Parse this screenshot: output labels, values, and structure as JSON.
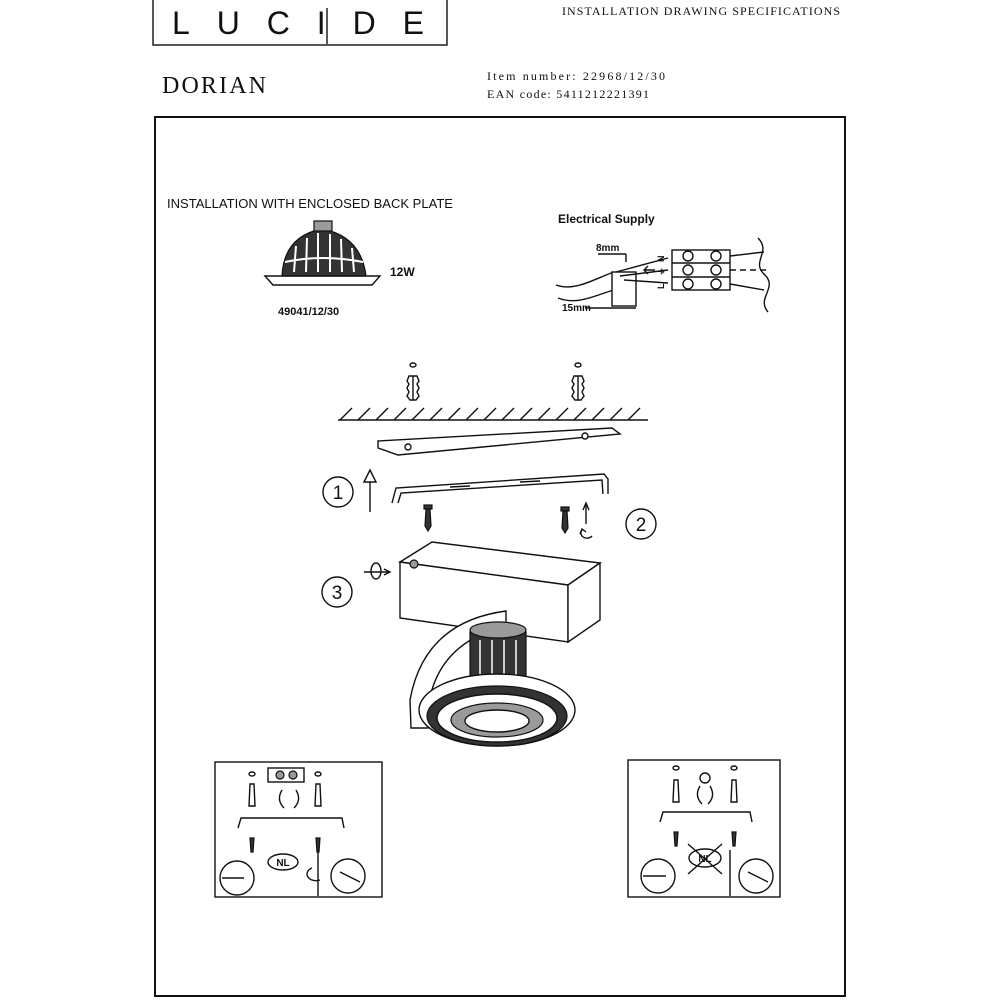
{
  "header": {
    "logo": "LUCIDE",
    "doc_title": "INSTALLATION DRAWING SPECIFICATIONS"
  },
  "product": {
    "name": "DORIAN",
    "item_number": "Item number: 22968/12/30",
    "ean": "EAN code: 5411212221391"
  },
  "drawing": {
    "section_title": "INSTALLATION WITH ENCLOSED BACK PLATE",
    "bulb": {
      "wattage": "12W",
      "code": "49041/12/30"
    },
    "electrical": {
      "title": "Electrical Supply",
      "strip_length": "8mm",
      "sheath_length": "15mm",
      "terminals": [
        "N",
        "⏚",
        "L"
      ]
    },
    "steps": [
      "1",
      "2",
      "3"
    ],
    "details": {
      "left_badge": "NL",
      "right_badge": "NL"
    }
  }
}
